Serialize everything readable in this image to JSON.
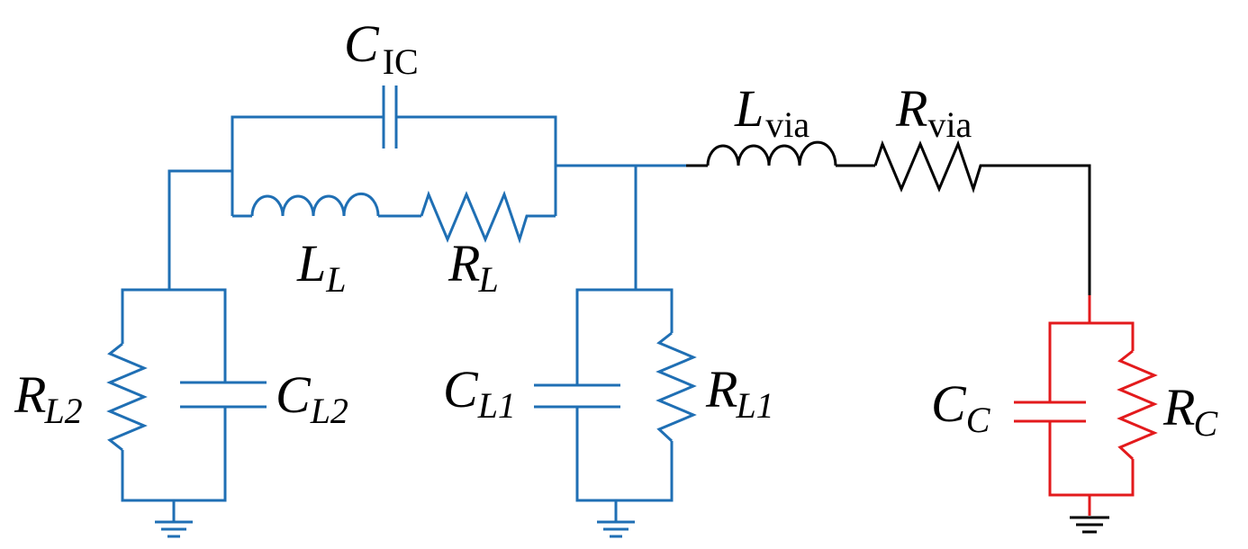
{
  "colors": {
    "blue": "#1f6fb4",
    "black": "#000000",
    "red": "#e31a1c"
  },
  "components": {
    "c_ic": {
      "main": "C",
      "sub": "IC"
    },
    "l_l": {
      "main": "L",
      "sub": "L"
    },
    "r_l": {
      "main": "R",
      "sub": "L"
    },
    "l_via": {
      "main": "L",
      "sub": "via"
    },
    "r_via": {
      "main": "R",
      "sub": "via"
    },
    "r_l2": {
      "main": "R",
      "sub": "L2"
    },
    "c_l2": {
      "main": "C",
      "sub": "L2"
    },
    "c_l1": {
      "main": "C",
      "sub": "L1"
    },
    "r_l1": {
      "main": "R",
      "sub": "L1"
    },
    "c_c": {
      "main": "C",
      "sub": "C"
    },
    "r_c": {
      "main": "R",
      "sub": "C"
    }
  }
}
